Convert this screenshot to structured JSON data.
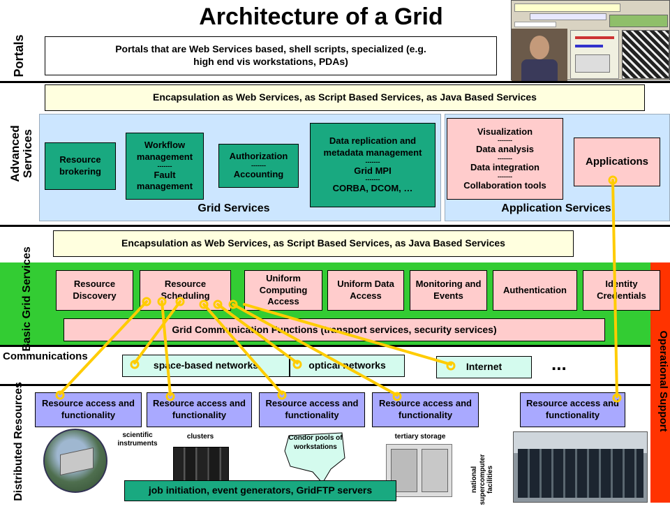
{
  "title": "Architecture of a Grid",
  "layers": {
    "portals": "Portals",
    "advanced": "Advanced Services",
    "basic": "Basic Grid Services",
    "communications": "Communications",
    "distributed": "Distributed Resources",
    "operational": "Operational Support"
  },
  "portals_box": "Portals that are Web Services based, shell scripts, specialized (e.g. high end vis workstations, PDAs)",
  "encapsulation": "Encapsulation as Web Services, as Script Based Services, as Java Based Services",
  "grid_services": {
    "label": "Grid Services",
    "resource_brokering": "Resource brokering",
    "workflow": "Workflow management",
    "fault": "Fault management",
    "authorization": "Authorization",
    "accounting": "Accounting",
    "data_replication": "Data replication and metadata management",
    "grid_mpi": "Grid MPI",
    "corba": "CORBA, DCOM, …"
  },
  "application_services": {
    "label": "Application Services",
    "visualization": "Visualization",
    "data_analysis": "Data analysis",
    "data_integration": "Data integration",
    "collaboration": "Collaboration tools",
    "applications": "Applications"
  },
  "separator": "-------",
  "basic_services": {
    "discovery": "Resource Discovery",
    "scheduling": "Resource Scheduling",
    "computing": "Uniform Computing Access",
    "data_access": "Uniform Data Access",
    "monitoring": "Monitoring and Events",
    "authentication": "Authentication",
    "identity": "Identity Credentials",
    "comm_functions": "Grid Communication Functions (transport services, security services)"
  },
  "networks": {
    "space_based": "space-based networks",
    "optical": "optical networks",
    "internet": "Internet",
    "ellipsis": "..."
  },
  "resource_access": "Resource access and functionality",
  "resource_labels": {
    "scientific": "scientific instruments",
    "clusters": "clusters",
    "condor": "Condor pools of workstations",
    "tertiary": "tertiary storage",
    "supercomputer": "national supercomputer facilities"
  },
  "job_initiation": "job initiation, event generators, GridFTP servers",
  "colors": {
    "teal": "#19a980",
    "pink": "#ffcccc",
    "resource_blue": "#a9a9ff",
    "yellow_band": "#ffffdf",
    "advanced_bg": "#cce6ff",
    "basic_bg": "#33cc33",
    "operational_bg": "#ff3300",
    "connector": "#ffcc00",
    "condor_bg": "#d4fbee"
  }
}
